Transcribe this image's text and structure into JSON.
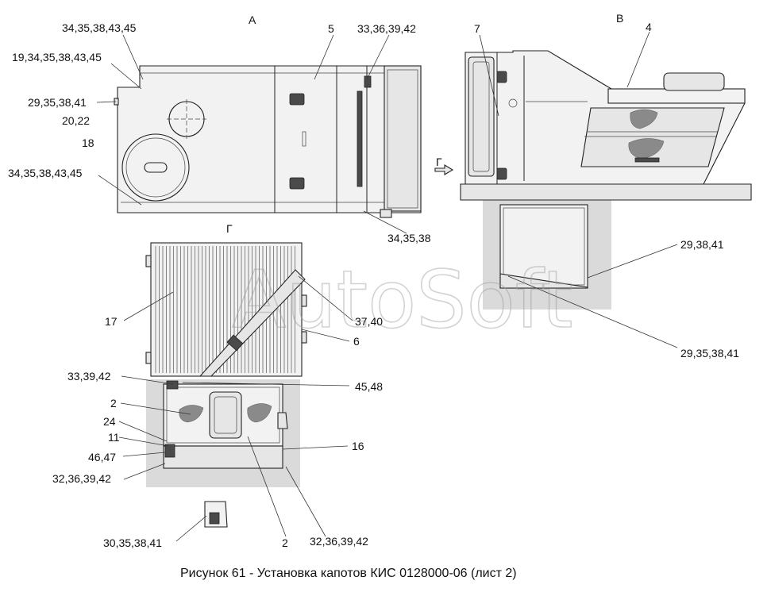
{
  "views": {
    "a": "А",
    "b": "В",
    "g": "Г",
    "arrow_g": "Г"
  },
  "callouts": {
    "c1": "34,35,38,43,45",
    "c2": "19,34,35,38,43,45",
    "c3": "29,35,38,41",
    "c4": "20,22",
    "c5": "18",
    "c6": "34,35,38,43,45",
    "c7": "5",
    "c8": "33,36,39,42",
    "c9": "34,35,38",
    "c10": "7",
    "c11": "4",
    "c12": "29,38,41",
    "c13": "29,35,38,41",
    "c14": "17",
    "c15": "37,40",
    "c16": "6",
    "c17": "33,39,42",
    "c18": "45,48",
    "c19": "2",
    "c20": "24",
    "c21": "11",
    "c22": "46,47",
    "c23": "16",
    "c24": "32,36,39,42",
    "c25": "30,35,38,41",
    "c26": "2",
    "c27": "32,36,39,42"
  },
  "watermark": "AutoSoft",
  "caption": "Рисунок 61 - Установка капотов КИС 0128000-06 (лист 2)"
}
